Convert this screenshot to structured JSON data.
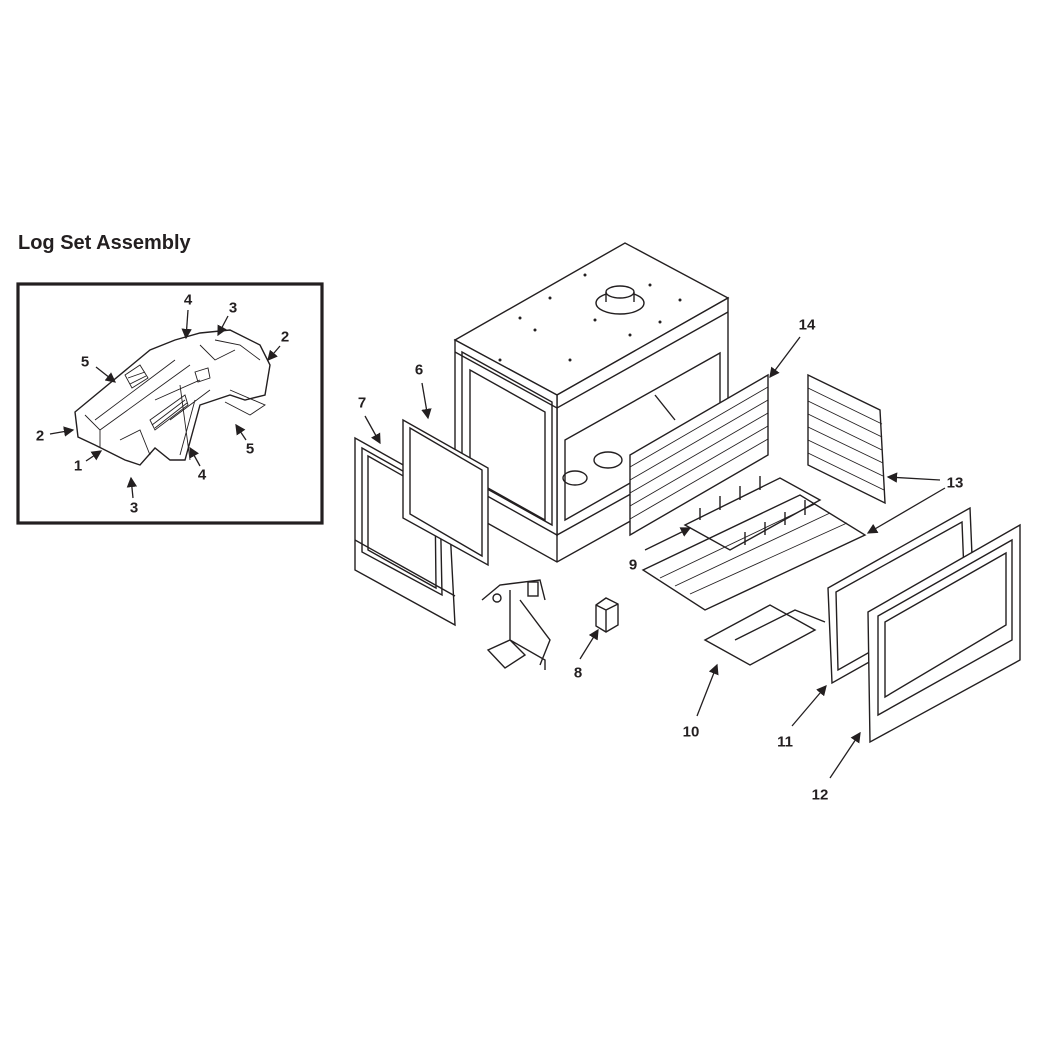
{
  "title": "Log Set Assembly",
  "log_set_labels": [
    "4",
    "3",
    "2",
    "5",
    "2",
    "1",
    "5",
    "4",
    "3"
  ],
  "part_labels": {
    "p6": "6",
    "p7": "7",
    "p8": "8",
    "p9": "9",
    "p10": "10",
    "p11": "11",
    "p12": "12",
    "p13": "13",
    "p14": "14"
  }
}
